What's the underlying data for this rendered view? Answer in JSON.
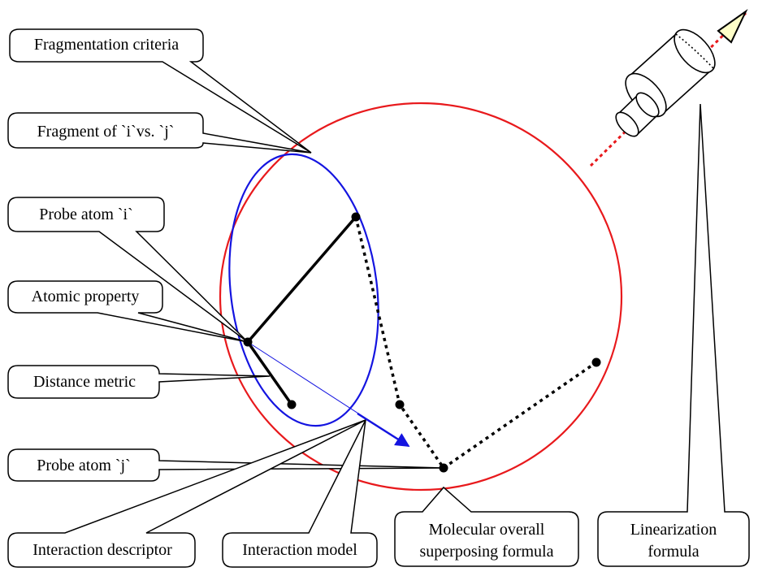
{
  "callouts": {
    "fragmentation_criteria": "Fragmentation criteria",
    "fragment_i_vs_j": "Fragment of `i`vs. `j`",
    "probe_atom_i": "Probe atom `i`",
    "atomic_property": "Atomic property",
    "distance_metric": "Distance metric",
    "probe_atom_j": "Probe atom `j`",
    "interaction_descriptor": "Interaction descriptor",
    "interaction_model": "Interaction model",
    "molecular_formula_line1": "Molecular overall",
    "molecular_formula_line2": "superposing formula",
    "linearization_line1": "Linearization",
    "linearization_line2": "formula"
  },
  "colors": {
    "molecule_circle": "#e8191c",
    "fragment_ellipse": "#1414e0",
    "interaction_arrow": "#1414e0",
    "bond": "#000000",
    "camera_lens": "#ffffc8",
    "projection_ray": "#e8191c"
  }
}
